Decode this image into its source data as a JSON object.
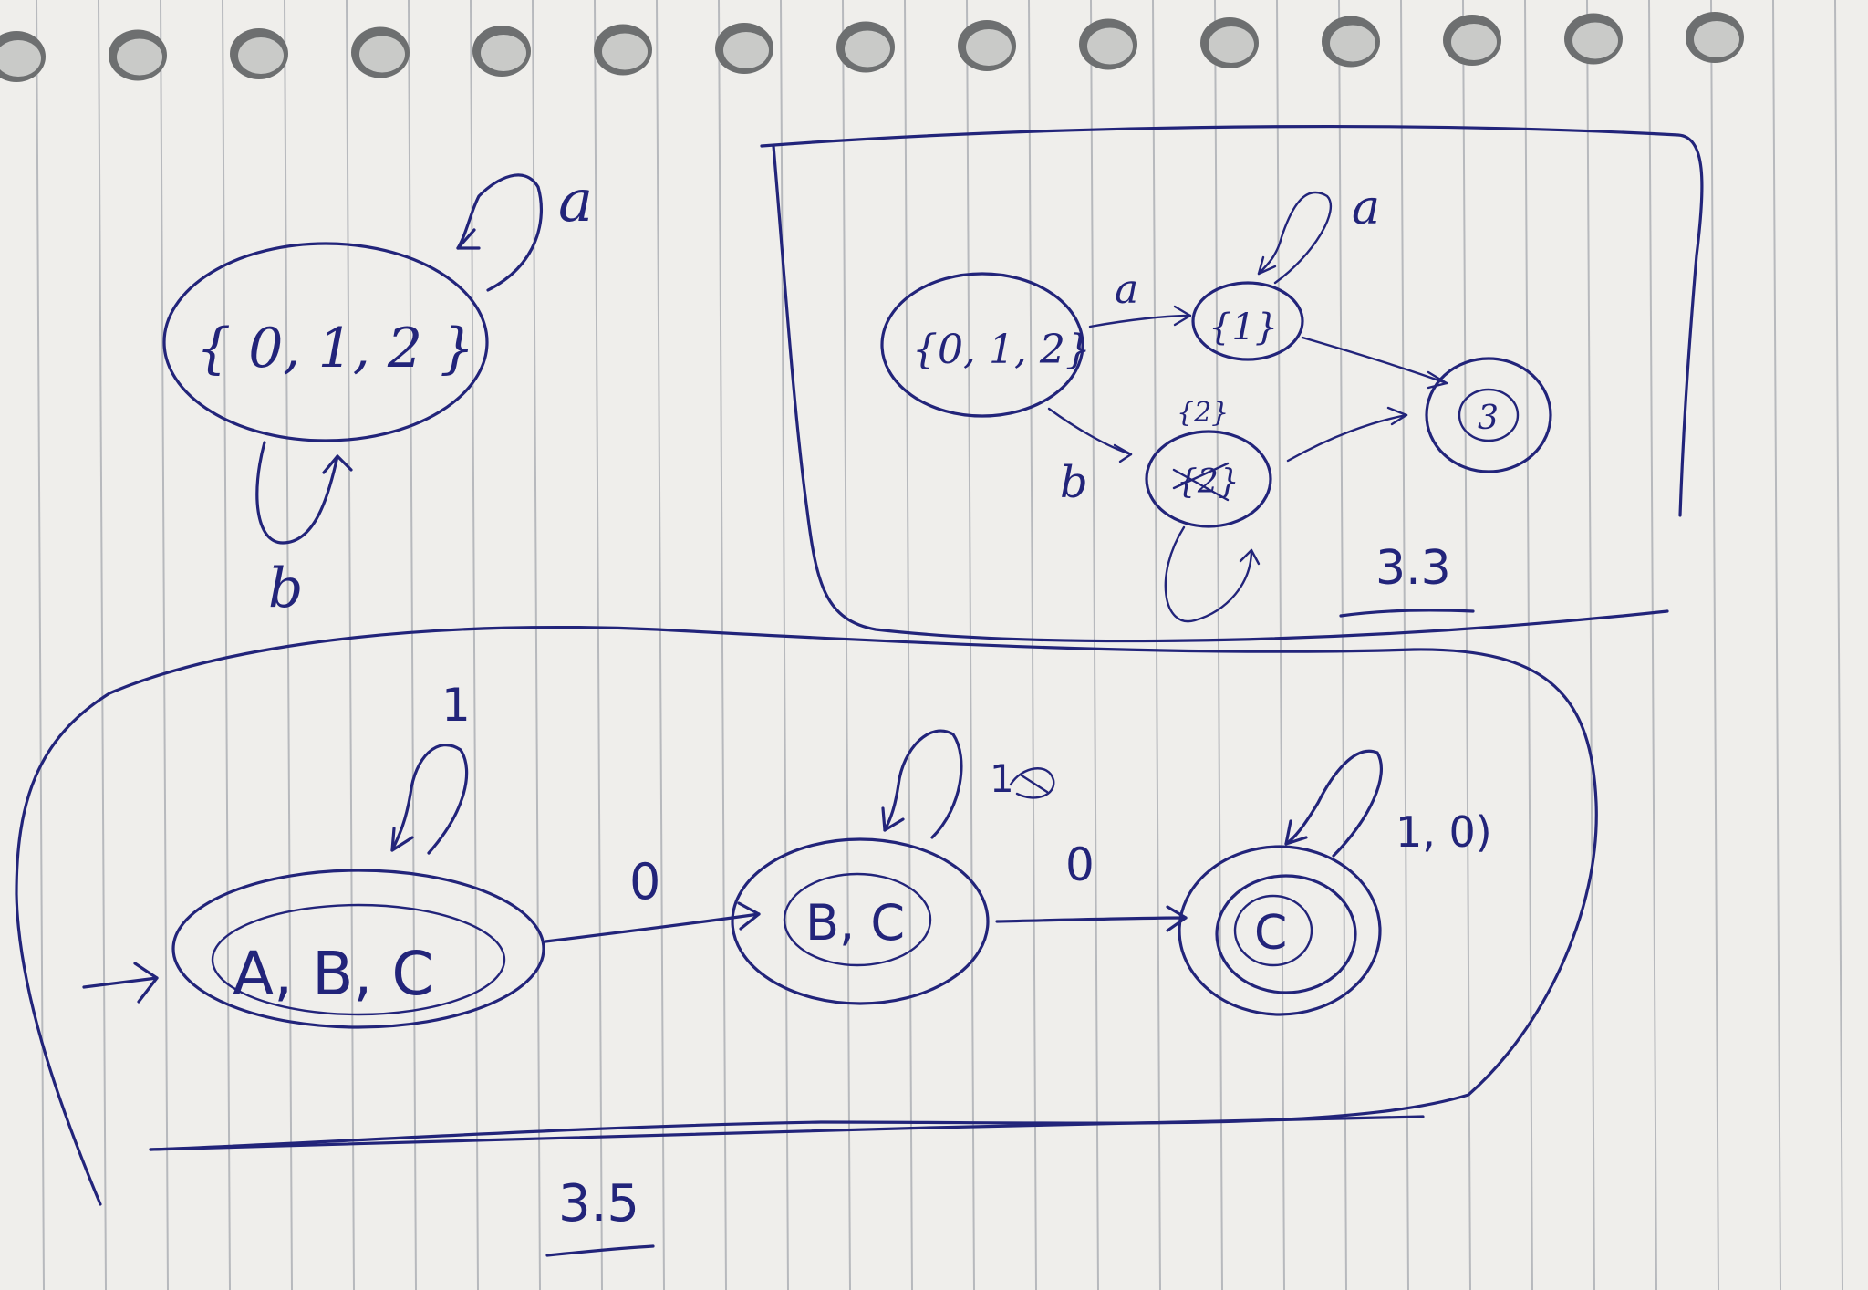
{
  "diagram_left": {
    "state_label": "{ 0, 1, 2 }",
    "loop_top_label": "a",
    "loop_bottom_label": "b"
  },
  "diagram_3_3": {
    "caption": "3.3",
    "state_start": "{0, 1, 2}",
    "state_top": "{1}",
    "state_bottom_label_above": "{2}",
    "state_bottom": "{2}",
    "state_final": "3",
    "edge_a_label": "a",
    "edge_b_label": "b",
    "loop_a_label": "a"
  },
  "diagram_3_5": {
    "caption": "3.5",
    "state_1": "A, B, C",
    "state_2": "B, C",
    "state_3": "C",
    "edge_1_label": "0",
    "edge_2_label": "0",
    "loop_1_label": "1",
    "loop_2_label": "1",
    "loop_3_label": "1, 0)"
  }
}
